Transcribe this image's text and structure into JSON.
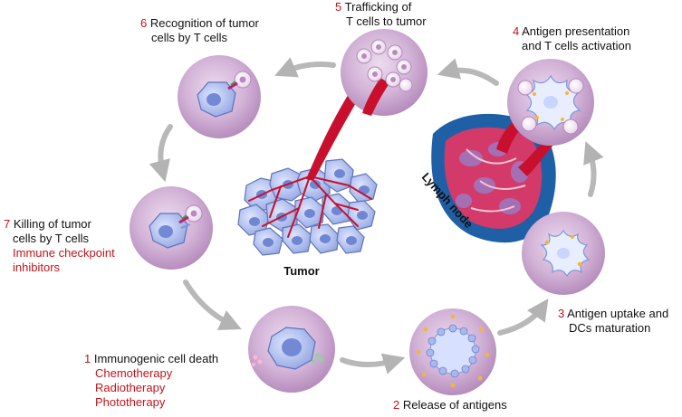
{
  "colors": {
    "step_number": "#c0151b",
    "therapy": "#c0151b",
    "label_text": "#111111",
    "sphere_fill": "#c8a3cd",
    "arrow": "#b3b3b3",
    "blood_vessel": "#c8102e",
    "tumor_cell": "#aab8ea",
    "lymph_node_blue": "#1f5fa6",
    "lymph_node_pink": "#d33a6a"
  },
  "steps": [
    {
      "number": "1",
      "lines": [
        "Immunogenic cell death"
      ],
      "therapies": [
        "Chemotherapy",
        "Radiotherapy",
        "Phototherapy"
      ]
    },
    {
      "number": "2",
      "lines": [
        "Release of antigens"
      ]
    },
    {
      "number": "3",
      "lines": [
        "Antigen uptake and",
        "DCs maturation"
      ]
    },
    {
      "number": "4",
      "lines": [
        "Antigen presentation",
        "and T cells activation"
      ]
    },
    {
      "number": "5",
      "lines": [
        "Trafficking of",
        "T cells to tumor"
      ]
    },
    {
      "number": "6",
      "lines": [
        "Recognition of tumor",
        "cells by T cells"
      ]
    },
    {
      "number": "7",
      "lines": [
        "Killing of tumor",
        "cells by T cells"
      ],
      "therapies": [
        "Immune checkpoint",
        "inhibitors"
      ]
    }
  ],
  "center": {
    "tumor_label": "Tumor",
    "lymph_node_label": "Lymph node"
  }
}
